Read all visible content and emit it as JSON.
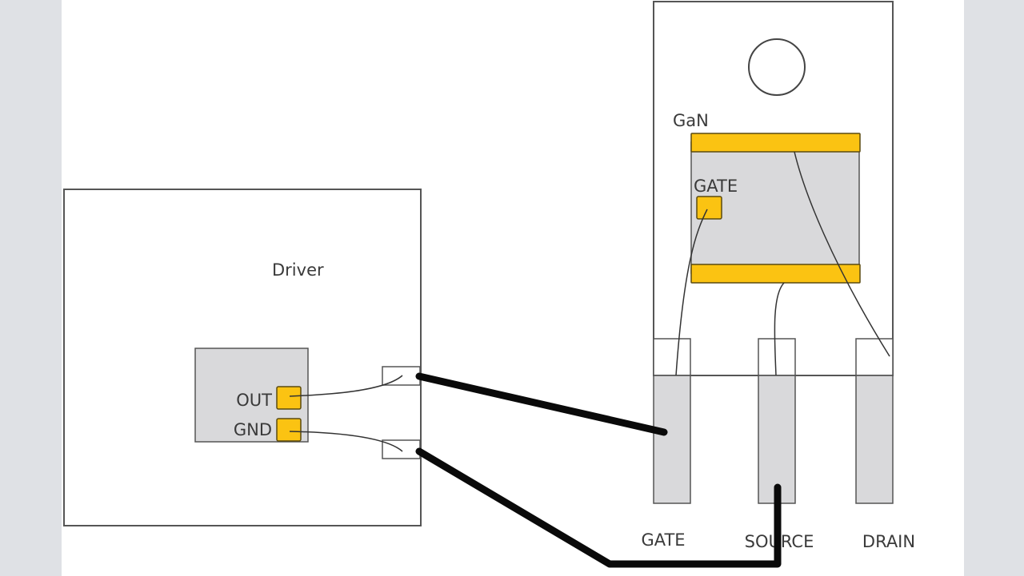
{
  "colors": {
    "pad": "#fbc312",
    "pad_border": "#5a4a10",
    "die": "#d9d9db",
    "outline": "#555555",
    "wire_thick": "#0a0a0a",
    "margin": "#dfe1e5"
  },
  "driver": {
    "title": "Driver",
    "pins": [
      {
        "label": "OUT"
      },
      {
        "label": "GND"
      }
    ]
  },
  "gan": {
    "title": "GaN",
    "die_pad_label": "GATE",
    "leads": [
      {
        "label": "GATE"
      },
      {
        "label": "SOURCE"
      },
      {
        "label": "DRAIN"
      }
    ]
  },
  "connections": [
    {
      "from": "Driver OUT",
      "to": "GaN GATE lead"
    },
    {
      "from": "Driver GND",
      "to": "GaN SOURCE lead"
    }
  ]
}
